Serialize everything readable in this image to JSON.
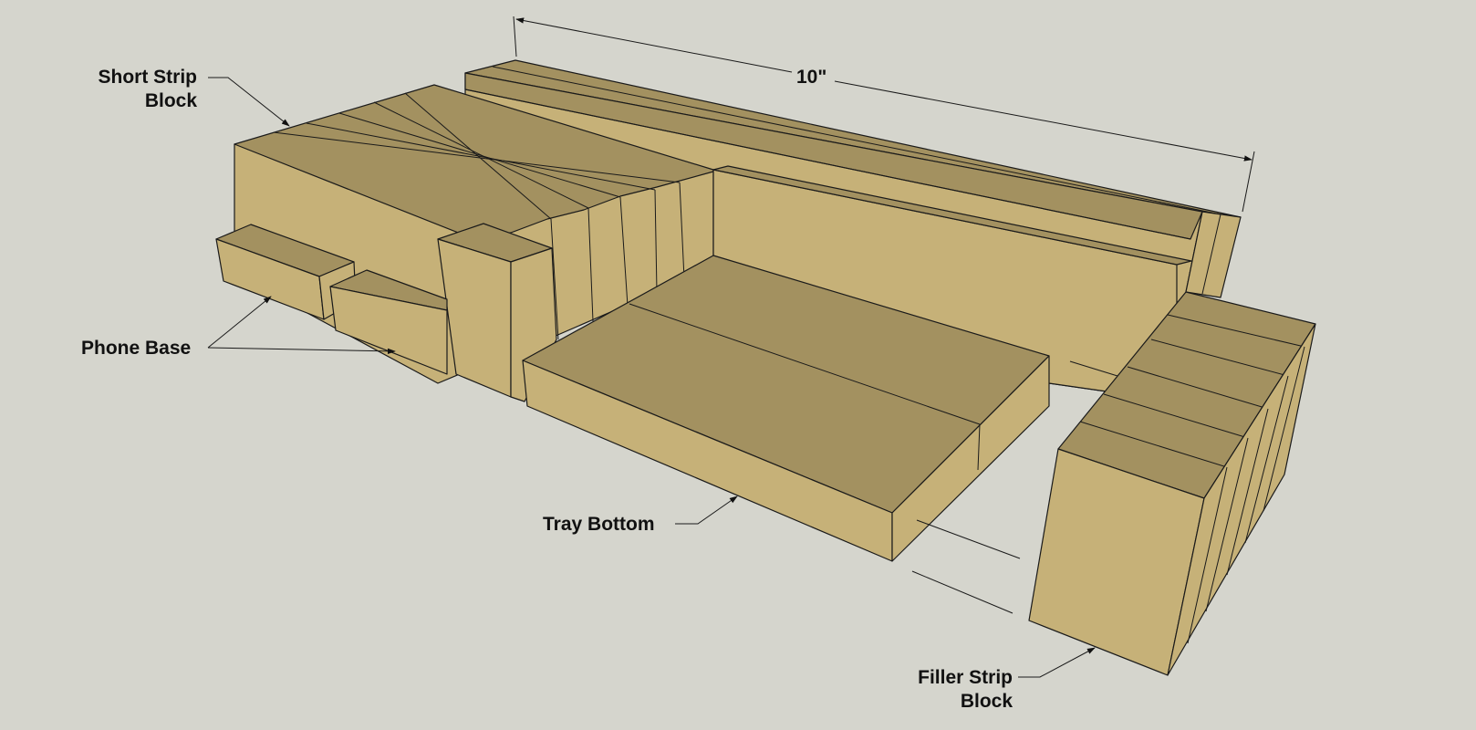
{
  "labels": {
    "short_strip_block": {
      "line1": "Short Strip",
      "line2": "Block"
    },
    "phone_base": "Phone Base",
    "tray_bottom": "Tray Bottom",
    "filler_strip_block": {
      "line1": "Filler Strip",
      "line2": "Block"
    },
    "dimension": "10\""
  },
  "colors": {
    "background": "#d5d5cd",
    "wood_top": "#a39160",
    "wood_side": "#c6b178",
    "edge": "#1a1a1a"
  }
}
